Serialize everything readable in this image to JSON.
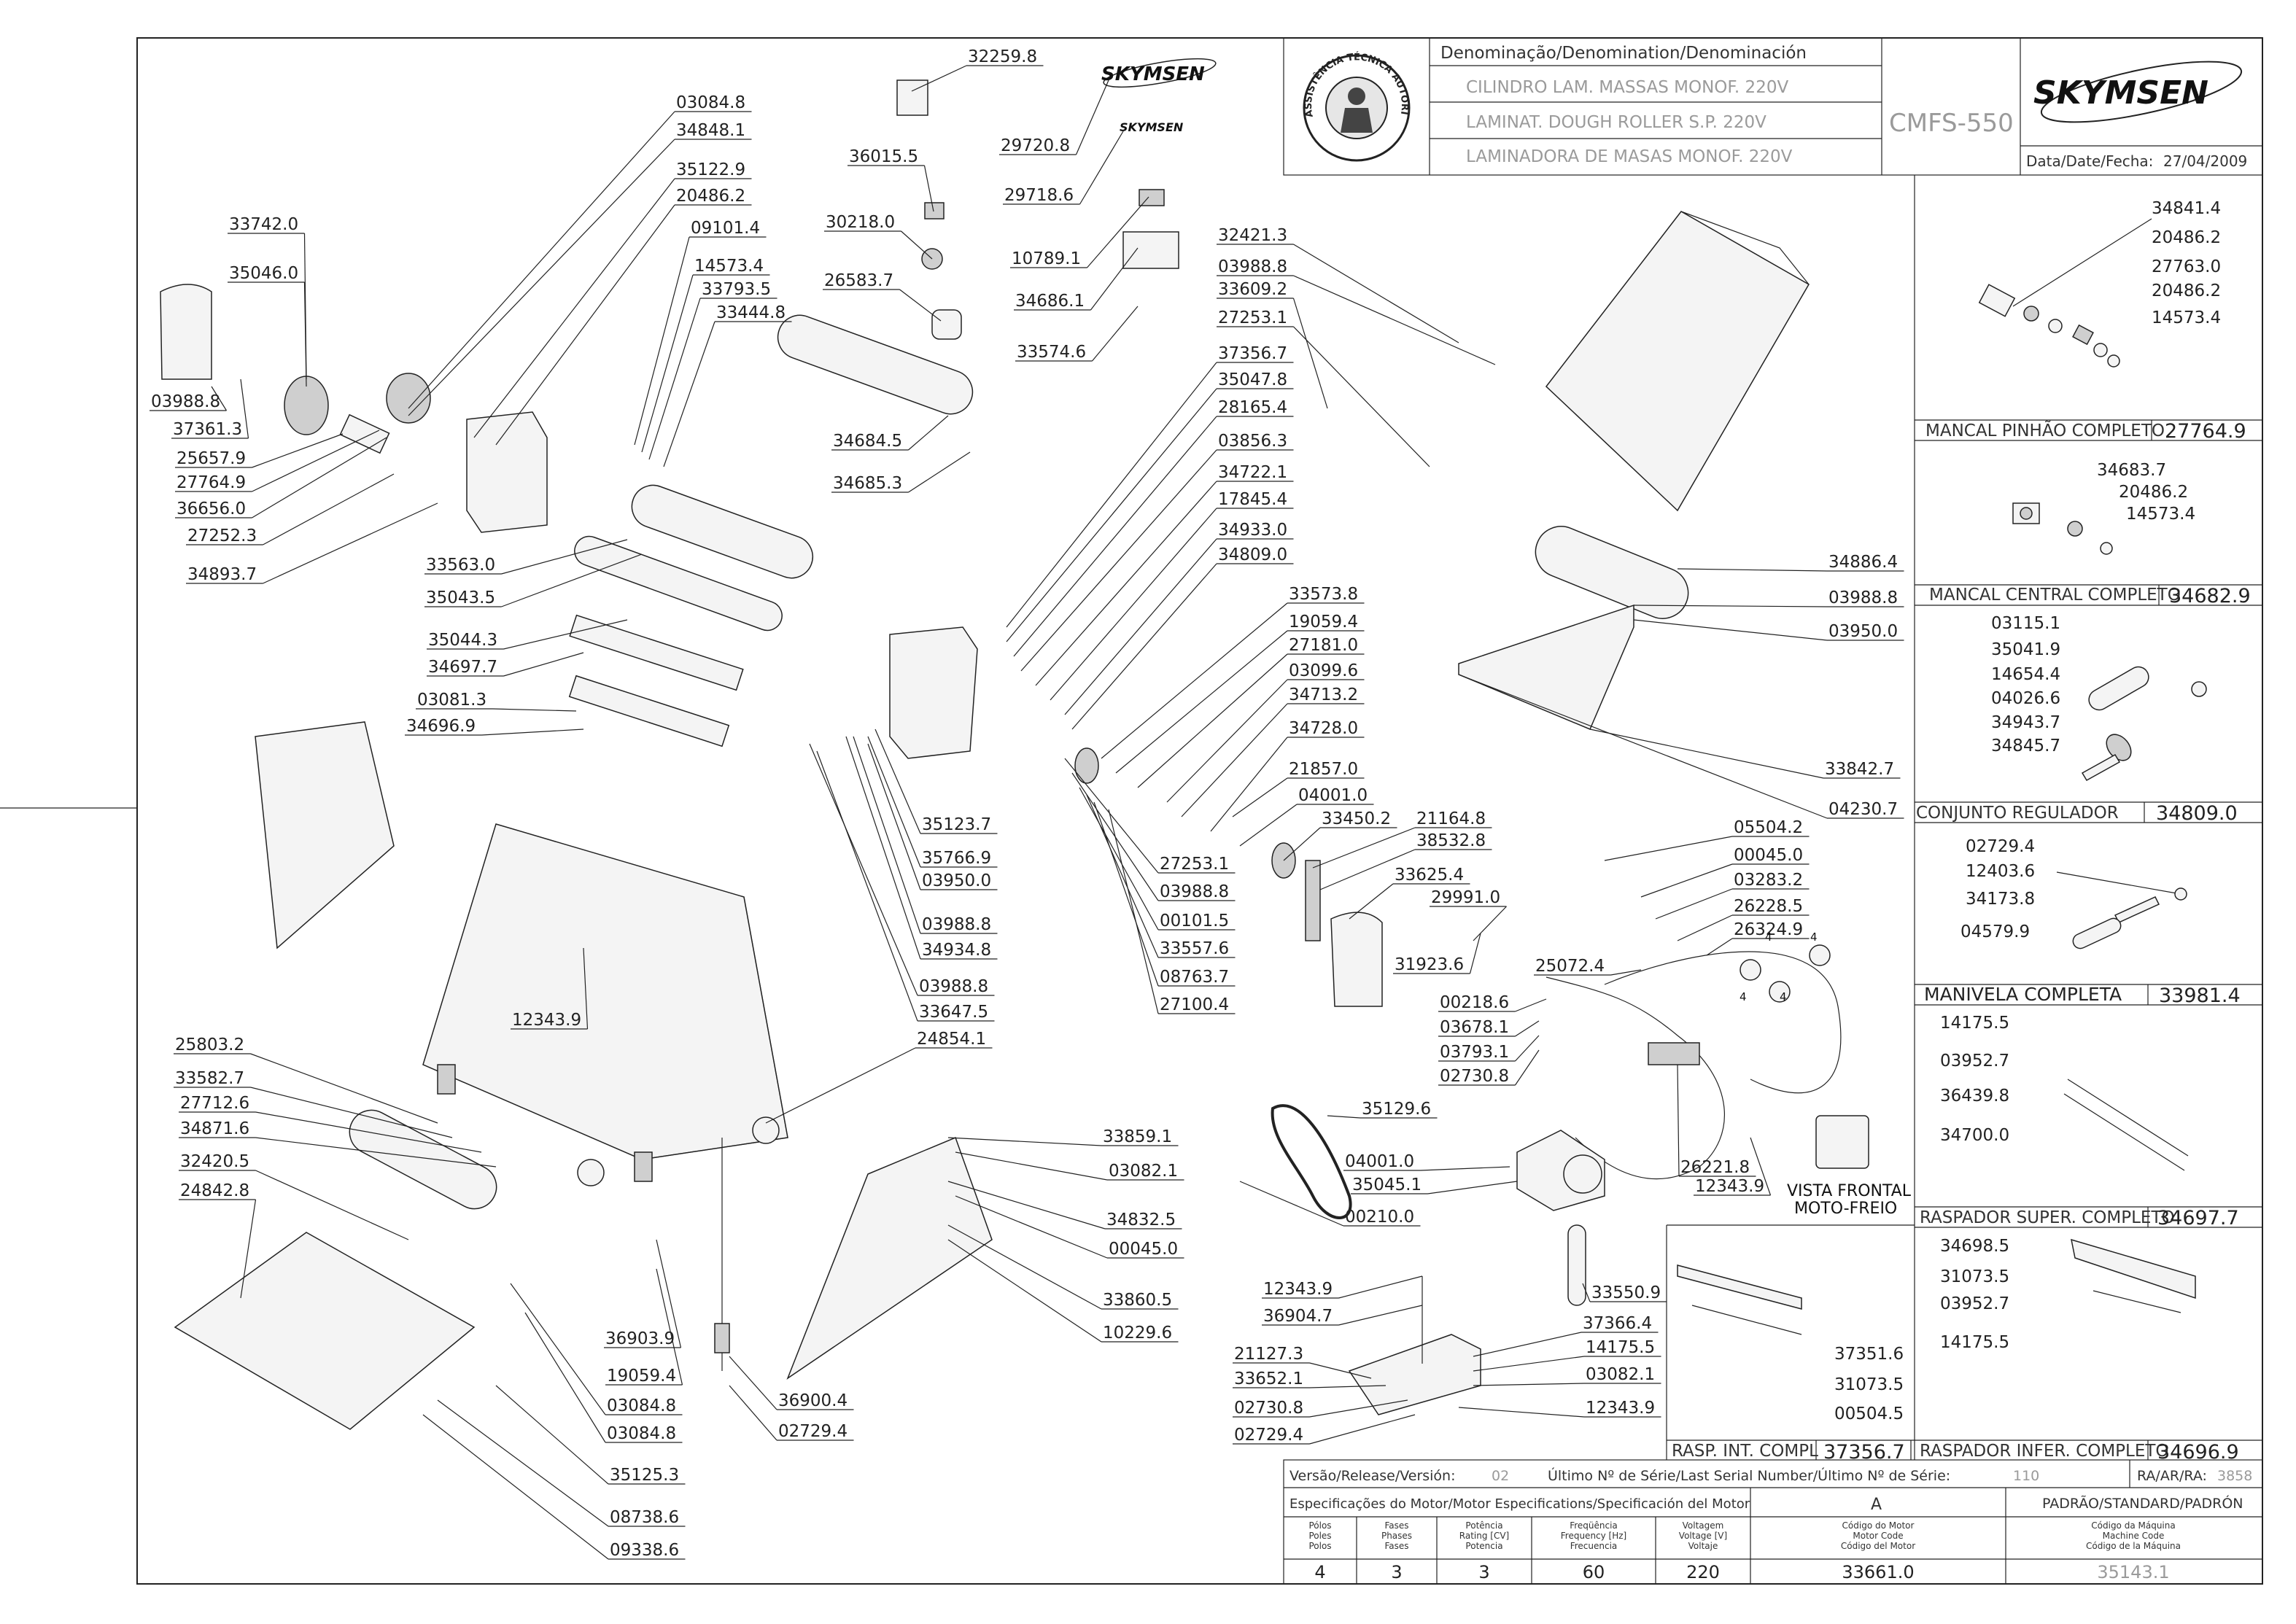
{
  "title_block": {
    "denomination_header": "Denominação/Denomination/Denominación",
    "name_pt": "CILINDRO LAM. MASSAS MONOF. 220V",
    "name_en": "LAMINAT. DOUGH ROLLER S.P. 220V",
    "name_es": "LAMINADORA DE MASAS MONOF. 220V",
    "model": "CMFS-550",
    "brand": "SKYMSEN",
    "date_label": "Data/Date/Fecha:",
    "date": "27/04/2009",
    "seal_text": "ASSISTÊNCIA TÉCNICA AUTORIZADA"
  },
  "part_labels": [
    {
      "id": "p1",
      "text": "32259.8"
    },
    {
      "id": "p2",
      "text": "29720.8"
    },
    {
      "id": "p3",
      "text": "29718.6"
    },
    {
      "id": "p4",
      "text": "36015.5"
    },
    {
      "id": "p5",
      "text": "30218.0"
    },
    {
      "id": "p6",
      "text": "26583.7"
    },
    {
      "id": "p7",
      "text": "10789.1"
    },
    {
      "id": "p8",
      "text": "34686.1"
    },
    {
      "id": "p9",
      "text": "33574.6"
    },
    {
      "id": "p10",
      "text": "03084.8"
    },
    {
      "id": "p11",
      "text": "34848.1"
    },
    {
      "id": "p12",
      "text": "35122.9"
    },
    {
      "id": "p13",
      "text": "20486.2"
    },
    {
      "id": "p14",
      "text": "09101.4"
    },
    {
      "id": "p15",
      "text": "14573.4"
    },
    {
      "id": "p16",
      "text": "33793.5"
    },
    {
      "id": "p17",
      "text": "33444.8"
    },
    {
      "id": "p18",
      "text": "33742.0"
    },
    {
      "id": "p19",
      "text": "35046.0"
    },
    {
      "id": "p20",
      "text": "03988.8"
    },
    {
      "id": "p21",
      "text": "37361.3"
    },
    {
      "id": "p22",
      "text": "25657.9"
    },
    {
      "id": "p23",
      "text": "27764.9"
    },
    {
      "id": "p24",
      "text": "36656.0"
    },
    {
      "id": "p25",
      "text": "27252.3"
    },
    {
      "id": "p26",
      "text": "34893.7"
    },
    {
      "id": "p27",
      "text": "34684.5"
    },
    {
      "id": "p28",
      "text": "34685.3"
    },
    {
      "id": "p29",
      "text": "33563.0"
    },
    {
      "id": "p30",
      "text": "35043.5"
    },
    {
      "id": "p31",
      "text": "35044.3"
    },
    {
      "id": "p32",
      "text": "34697.7"
    },
    {
      "id": "p33",
      "text": "03081.3"
    },
    {
      "id": "p34",
      "text": "34696.9"
    },
    {
      "id": "p35",
      "text": "32421.3"
    },
    {
      "id": "p36",
      "text": "03988.8"
    },
    {
      "id": "p37",
      "text": "33609.2"
    },
    {
      "id": "p38",
      "text": "27253.1"
    },
    {
      "id": "p39",
      "text": "37356.7"
    },
    {
      "id": "p40",
      "text": "35047.8"
    },
    {
      "id": "p41",
      "text": "28165.4"
    },
    {
      "id": "p42",
      "text": "03856.3"
    },
    {
      "id": "p43",
      "text": "34722.1"
    },
    {
      "id": "p44",
      "text": "17845.4"
    },
    {
      "id": "p45",
      "text": "34933.0"
    },
    {
      "id": "p46",
      "text": "34809.0"
    },
    {
      "id": "p47",
      "text": "33573.8"
    },
    {
      "id": "p48",
      "text": "19059.4"
    },
    {
      "id": "p49",
      "text": "27181.0"
    },
    {
      "id": "p50",
      "text": "03099.6"
    },
    {
      "id": "p51",
      "text": "34713.2"
    },
    {
      "id": "p52",
      "text": "34728.0"
    },
    {
      "id": "p53",
      "text": "21857.0"
    },
    {
      "id": "p54",
      "text": "04001.0"
    },
    {
      "id": "p55",
      "text": "33450.2"
    },
    {
      "id": "p56",
      "text": "21164.8"
    },
    {
      "id": "p57",
      "text": "38532.8"
    },
    {
      "id": "p58",
      "text": "33625.4"
    },
    {
      "id": "p59",
      "text": "29991.0"
    },
    {
      "id": "p60",
      "text": "31923.6"
    },
    {
      "id": "p61",
      "text": "35123.7"
    },
    {
      "id": "p62",
      "text": "35766.9"
    },
    {
      "id": "p63",
      "text": "03950.0"
    },
    {
      "id": "p64",
      "text": "03988.8"
    },
    {
      "id": "p65",
      "text": "34934.8"
    },
    {
      "id": "p66",
      "text": "03988.8"
    },
    {
      "id": "p67",
      "text": "33647.5"
    },
    {
      "id": "p68",
      "text": "27253.1"
    },
    {
      "id": "p69",
      "text": "03988.8"
    },
    {
      "id": "p70",
      "text": "00101.5"
    },
    {
      "id": "p71",
      "text": "33557.6"
    },
    {
      "id": "p72",
      "text": "08763.7"
    },
    {
      "id": "p73",
      "text": "27100.4"
    },
    {
      "id": "p74",
      "text": "34886.4"
    },
    {
      "id": "p75",
      "text": "03988.8"
    },
    {
      "id": "p76",
      "text": "03950.0"
    },
    {
      "id": "p77",
      "text": "33842.7"
    },
    {
      "id": "p78",
      "text": "04230.7"
    },
    {
      "id": "p79",
      "text": "05504.2"
    },
    {
      "id": "p80",
      "text": "00045.0"
    },
    {
      "id": "p81",
      "text": "03283.2"
    },
    {
      "id": "p82",
      "text": "26228.5"
    },
    {
      "id": "p83",
      "text": "26324.9"
    },
    {
      "id": "p84",
      "text": "25072.4"
    },
    {
      "id": "p85",
      "text": "00218.6"
    },
    {
      "id": "p86",
      "text": "03678.1"
    },
    {
      "id": "p87",
      "text": "03793.1"
    },
    {
      "id": "p88",
      "text": "02730.8"
    },
    {
      "id": "p89",
      "text": "35129.6"
    },
    {
      "id": "p90",
      "text": "04001.0"
    },
    {
      "id": "p91",
      "text": "35045.1"
    },
    {
      "id": "p92",
      "text": "26221.8"
    },
    {
      "id": "p93",
      "text": "12343.9"
    },
    {
      "id": "p94",
      "text": "00210.0"
    },
    {
      "id": "p95",
      "text": "12343.9"
    },
    {
      "id": "p96",
      "text": "25803.2"
    },
    {
      "id": "p97",
      "text": "33582.7"
    },
    {
      "id": "p98",
      "text": "27712.6"
    },
    {
      "id": "p99",
      "text": "34871.6"
    },
    {
      "id": "p100",
      "text": "32420.5"
    },
    {
      "id": "p101",
      "text": "24842.8"
    },
    {
      "id": "p102",
      "text": "24854.1"
    },
    {
      "id": "p103",
      "text": "33859.1"
    },
    {
      "id": "p104",
      "text": "03082.1"
    },
    {
      "id": "p105",
      "text": "34832.5"
    },
    {
      "id": "p106",
      "text": "00045.0"
    },
    {
      "id": "p107",
      "text": "33860.5"
    },
    {
      "id": "p108",
      "text": "10229.6"
    },
    {
      "id": "p109",
      "text": "36903.9"
    },
    {
      "id": "p110",
      "text": "19059.4"
    },
    {
      "id": "p111",
      "text": "03084.8"
    },
    {
      "id": "p112",
      "text": "03084.8"
    },
    {
      "id": "p113",
      "text": "35125.3"
    },
    {
      "id": "p114",
      "text": "08738.6"
    },
    {
      "id": "p115",
      "text": "09338.6"
    },
    {
      "id": "p116",
      "text": "36900.4"
    },
    {
      "id": "p117",
      "text": "02729.4"
    },
    {
      "id": "p118",
      "text": "33550.9"
    },
    {
      "id": "p119",
      "text": "12343.9"
    },
    {
      "id": "p120",
      "text": "36904.7"
    },
    {
      "id": "p121",
      "text": "37366.4"
    },
    {
      "id": "p122",
      "text": "14175.5"
    },
    {
      "id": "p123",
      "text": "03082.1"
    },
    {
      "id": "p124",
      "text": "12343.9"
    },
    {
      "id": "p125",
      "text": "21127.3"
    },
    {
      "id": "p126",
      "text": "33652.1"
    },
    {
      "id": "p127",
      "text": "02730.8"
    },
    {
      "id": "p128",
      "text": "02729.4"
    }
  ],
  "vista_frontal": "VISTA FRONTAL",
  "moto_freio": "MOTO-FREIO",
  "wire_nums": [
    "4",
    "4",
    "4",
    "4"
  ],
  "subassemblies": [
    {
      "id": "s1",
      "title": "MANCAL PINHÃO COMPLETO",
      "code": "27764.9",
      "parts": [
        "34841.4",
        "20486.2",
        "27763.0",
        "20486.2",
        "14573.4"
      ]
    },
    {
      "id": "s2",
      "title": "MANCAL CENTRAL COMPLETO",
      "code": "34682.9",
      "parts": [
        "34683.7",
        "20486.2",
        "14573.4"
      ]
    },
    {
      "id": "s3",
      "title": "CONJUNTO REGULADOR",
      "code": "34809.0",
      "parts": [
        "03115.1",
        "35041.9",
        "14654.4",
        "04026.6",
        "34943.7",
        "34845.7"
      ]
    },
    {
      "id": "s4",
      "title": "MANIVELA COMPLETA",
      "code": "33981.4",
      "parts": [
        "02729.4",
        "12403.6",
        "34173.8",
        "04579.9"
      ]
    },
    {
      "id": "s5",
      "title": "RASPADOR SUPER. COMPLETO",
      "code": "34697.7",
      "parts": [
        "14175.5",
        "03952.7",
        "36439.8",
        "34700.0"
      ]
    },
    {
      "id": "s6",
      "title": "RASPADOR INFER. COMPLETO",
      "code": "34696.9",
      "parts": [
        "34698.5",
        "31073.5",
        "03952.7",
        "14175.5"
      ]
    },
    {
      "id": "s7",
      "title": "RASP. INT. COMPL",
      "code": "37356.7",
      "parts": [
        "37351.6",
        "31073.5",
        "00504.5"
      ]
    }
  ],
  "footer": {
    "version_label": "Versão/Release/Versión:",
    "version": "02",
    "serial_label": "Último Nº de Série/Last Serial Number/Último Nº de Série:",
    "serial": "110",
    "ra_label": "RA/AR/RA:",
    "ra": "3858",
    "spec_label": "Especificações do Motor/Motor Especifications/Specificación del Motor",
    "variant": "A",
    "standard": "PADRÃO/STANDARD/PADRÓN",
    "columns": [
      {
        "h1": "Pólos",
        "h2": "Poles",
        "h3": "Polos",
        "value": "4"
      },
      {
        "h1": "Fases",
        "h2": "Phases",
        "h3": "Fases",
        "value": "3"
      },
      {
        "h1": "Potência",
        "h2": "Rating [CV]",
        "h3": "Potencia",
        "value": "3"
      },
      {
        "h1": "Freqüência",
        "h2": "Frequency [Hz]",
        "h3": "Frecuencia",
        "value": "60"
      },
      {
        "h1": "Voltagem",
        "h2": "Voltage [V]",
        "h3": "Voltaje",
        "value": "220"
      },
      {
        "h1": "Código do Motor",
        "h2": "Motor Code",
        "h3": "Código del Motor",
        "value": "33661.0"
      },
      {
        "h1": "Código da Máquina",
        "h2": "Machine Code",
        "h3": "Código de la Máquina",
        "value": "35143.1"
      }
    ]
  }
}
